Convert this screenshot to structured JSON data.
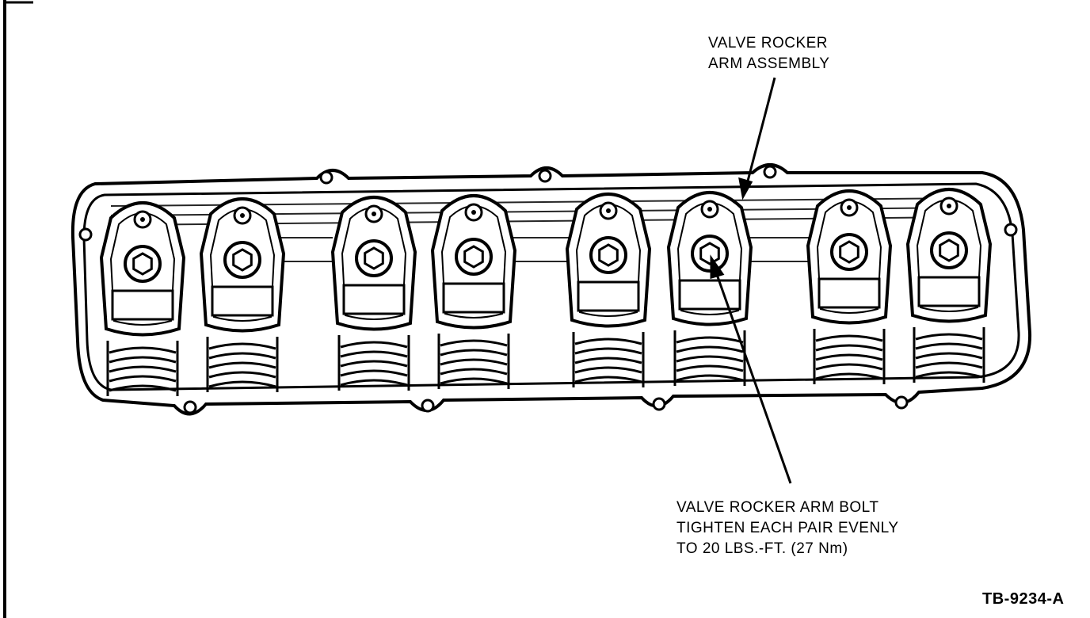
{
  "callouts": {
    "rocker_assembly": [
      "VALVE ROCKER",
      "ARM ASSEMBLY"
    ],
    "rocker_bolt": [
      "VALVE ROCKER ARM BOLT",
      "TIGHTEN EACH PAIR EVENLY",
      "TO 20 LBS.-FT. (27 Nm)"
    ]
  },
  "figure_id": "TB-9234-A",
  "illustration": {
    "subject": "cylinder head with valve rocker arms",
    "rocker_arm_count": 8,
    "ink_color": "#000000",
    "paper_color": "#ffffff"
  }
}
